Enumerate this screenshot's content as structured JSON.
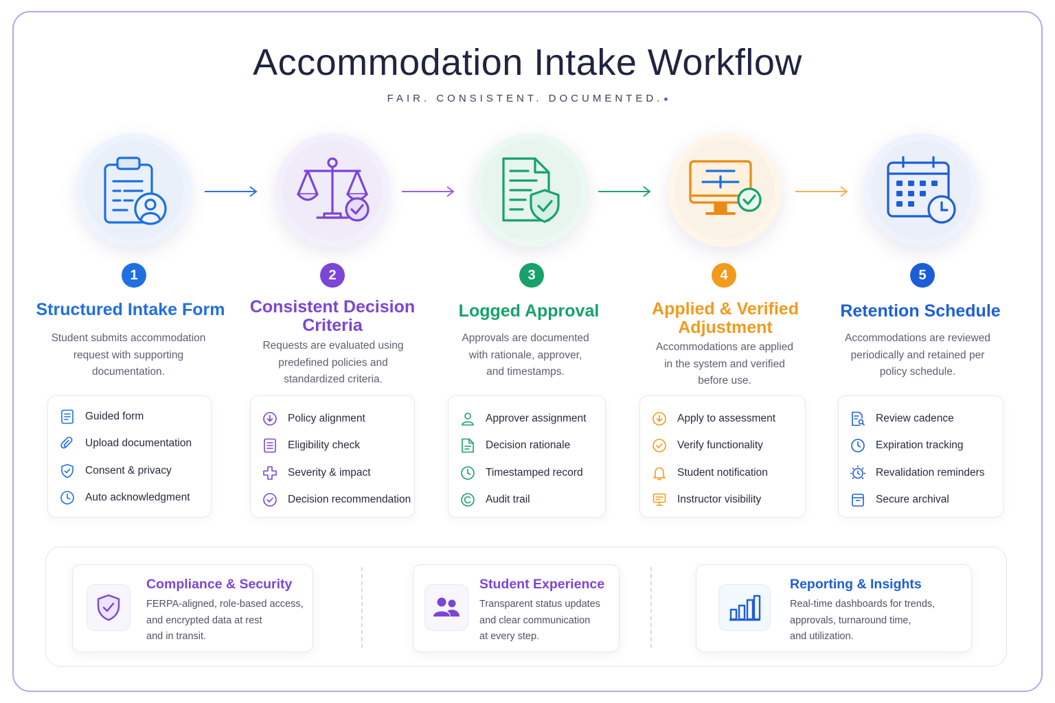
{
  "header": {
    "title": "Accommodation Intake Workflow",
    "subtitle": "FAIR. CONSISTENT. DOCUMENTED."
  },
  "colors": {
    "blue": "#1f6fe0",
    "purple": "#7b45d6",
    "green": "#16a26a",
    "orange": "#f29a1c",
    "navy_blue": "#1d5ed8",
    "frame": "#b9a4ee"
  },
  "steps": [
    {
      "number": "1",
      "title": "Structured Intake Form",
      "desc_lines": [
        "Student submits accommodation",
        "request with supporting",
        "documentation."
      ],
      "icon": "clipboard-user-icon",
      "items": [
        {
          "label": "Guided form",
          "icon": "form-icon"
        },
        {
          "label": "Upload documentation",
          "icon": "paperclip-icon"
        },
        {
          "label": "Consent & privacy",
          "icon": "shield-check-icon"
        },
        {
          "label": "Auto acknowledgment",
          "icon": "clock-icon"
        }
      ]
    },
    {
      "number": "2",
      "title_lines": [
        "Consistent Decision",
        "Criteria"
      ],
      "desc_lines": [
        "Requests are evaluated using",
        "predefined policies and",
        "standardized criteria."
      ],
      "icon": "scales-check-icon",
      "items": [
        {
          "label": "Policy alignment",
          "icon": "policy-shield-icon"
        },
        {
          "label": "Eligibility check",
          "icon": "list-doc-icon"
        },
        {
          "label": "Severity & impact",
          "icon": "plus-cross-icon"
        },
        {
          "label": "Decision recommendation",
          "icon": "check-circle-icon"
        }
      ]
    },
    {
      "number": "3",
      "title": "Logged Approval",
      "desc_lines": [
        "Approvals are documented",
        "with rationale, approver,",
        "and timestamps."
      ],
      "icon": "document-shield-icon",
      "items": [
        {
          "label": "Approver assignment",
          "icon": "person-icon"
        },
        {
          "label": "Decision rationale",
          "icon": "document-icon"
        },
        {
          "label": "Timestamped record",
          "icon": "clock-icon"
        },
        {
          "label": "Audit trail",
          "icon": "audit-icon"
        }
      ]
    },
    {
      "number": "4",
      "title_lines": [
        "Applied & Verified",
        "Adjustment"
      ],
      "desc_lines": [
        "Accommodations are applied",
        "in the system and verified",
        "before use."
      ],
      "icon": "monitor-check-icon",
      "items": [
        {
          "label": "Apply to assessment",
          "icon": "download-circle-icon"
        },
        {
          "label": "Verify functionality",
          "icon": "check-circle-icon"
        },
        {
          "label": "Student notification",
          "icon": "bell-icon"
        },
        {
          "label": "Instructor visibility",
          "icon": "presentation-icon"
        }
      ]
    },
    {
      "number": "5",
      "title": "Retention Schedule",
      "desc_lines": [
        "Accommodations are reviewed",
        "periodically and retained per",
        "policy schedule."
      ],
      "icon": "calendar-clock-icon",
      "items": [
        {
          "label": "Review cadence",
          "icon": "doc-search-icon"
        },
        {
          "label": "Expiration tracking",
          "icon": "clock-icon"
        },
        {
          "label": "Revalidation reminders",
          "icon": "alarm-icon"
        },
        {
          "label": "Secure archival",
          "icon": "archive-icon"
        }
      ]
    }
  ],
  "features": [
    {
      "title": "Compliance & Security",
      "desc_lines": [
        "FERPA-aligned, role-based access,",
        "and encrypted data at rest",
        "and in transit."
      ],
      "icon": "shield-check-icon",
      "color": "#7b45d6"
    },
    {
      "title": "Student Experience",
      "desc_lines": [
        "Transparent status updates",
        "and clear communication",
        "at every step."
      ],
      "icon": "users-icon",
      "color": "#7b45d6"
    },
    {
      "title": "Reporting & Insights",
      "desc_lines": [
        "Real-time dashboards for trends,",
        "approvals, turnaround time,",
        "and utilization."
      ],
      "icon": "bar-chart-icon",
      "color": "#1d5ed8"
    }
  ]
}
